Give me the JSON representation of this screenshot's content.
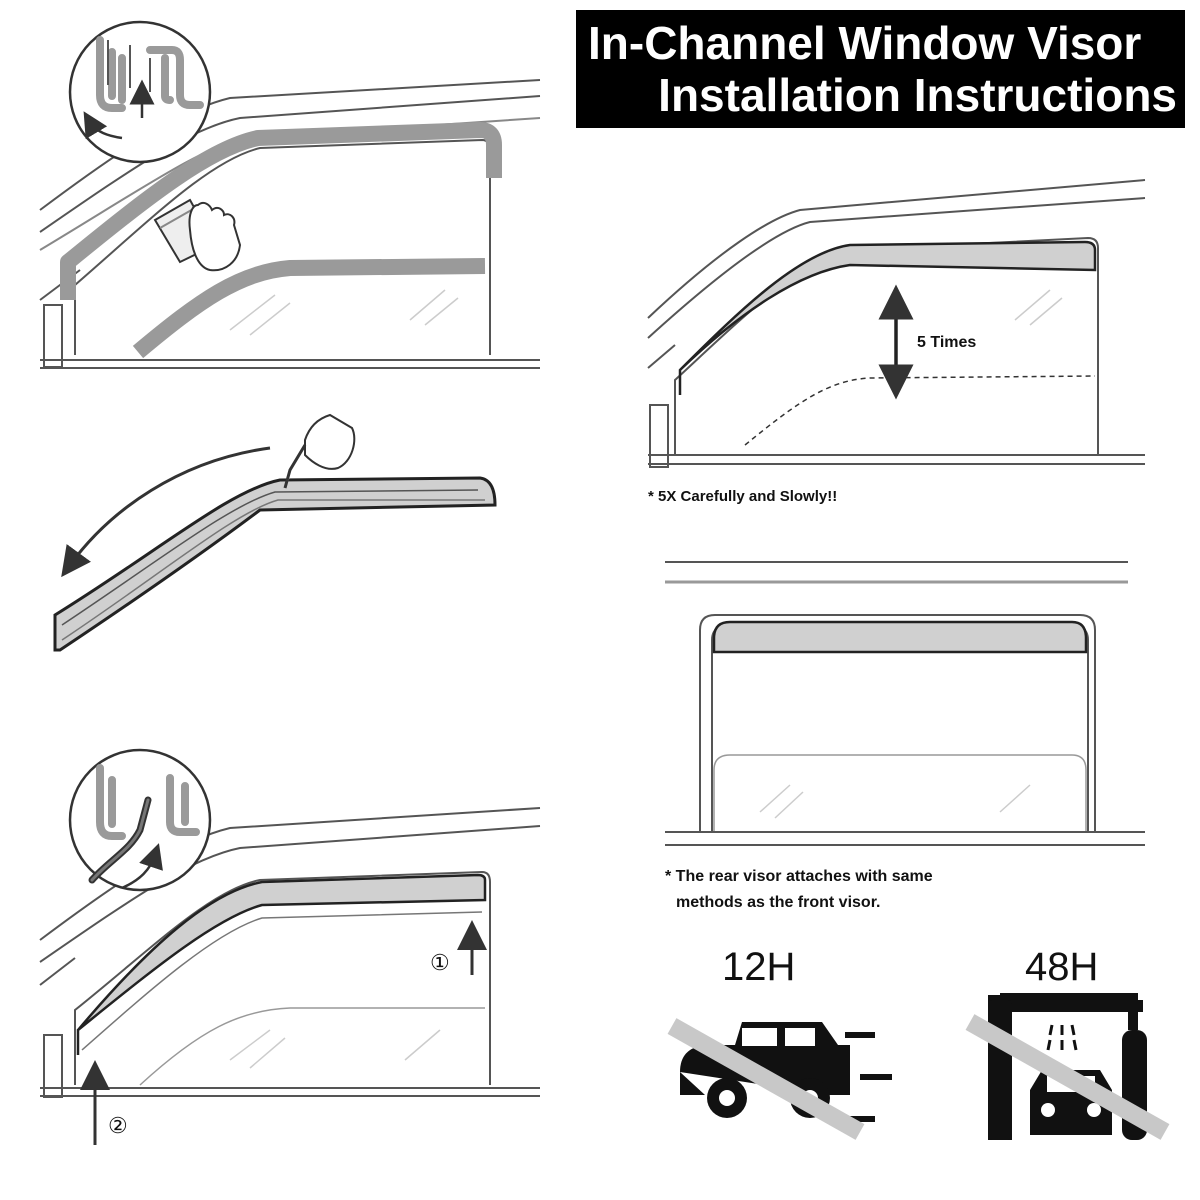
{
  "title": {
    "line1": "In-Channel Window Visor",
    "line2": "Installation Instructions"
  },
  "step_labels": {
    "repeat": "5 Times",
    "repeat_note": "* 5X Carefully and Slowly!!",
    "rear_note_line1": "* The rear visor attaches with same",
    "rear_note_line2": "methods as the front visor.",
    "marker_one": "①",
    "marker_two": "②"
  },
  "wait_times": {
    "no_driving": "12H",
    "no_car_wash": "48H"
  },
  "icons": {
    "channel_detail_top": "channel-cross-section-icon",
    "wiping_hand": "glove-hand-cleaning-icon",
    "peeling_hand": "hand-peeling-tape-icon",
    "channel_detail_bottom": "channel-insert-cross-section-icon",
    "no_driving": "no-driving-car-icon",
    "no_car_wash": "no-car-wash-icon"
  },
  "colors": {
    "title_background": "#000000",
    "title_text": "#ffffff",
    "line_art": "#3a3a3a",
    "visor_fill": "#cfcfcf",
    "channel_highlight": "#9a9a9a",
    "prohibition_slash": "#c8c8c8"
  }
}
